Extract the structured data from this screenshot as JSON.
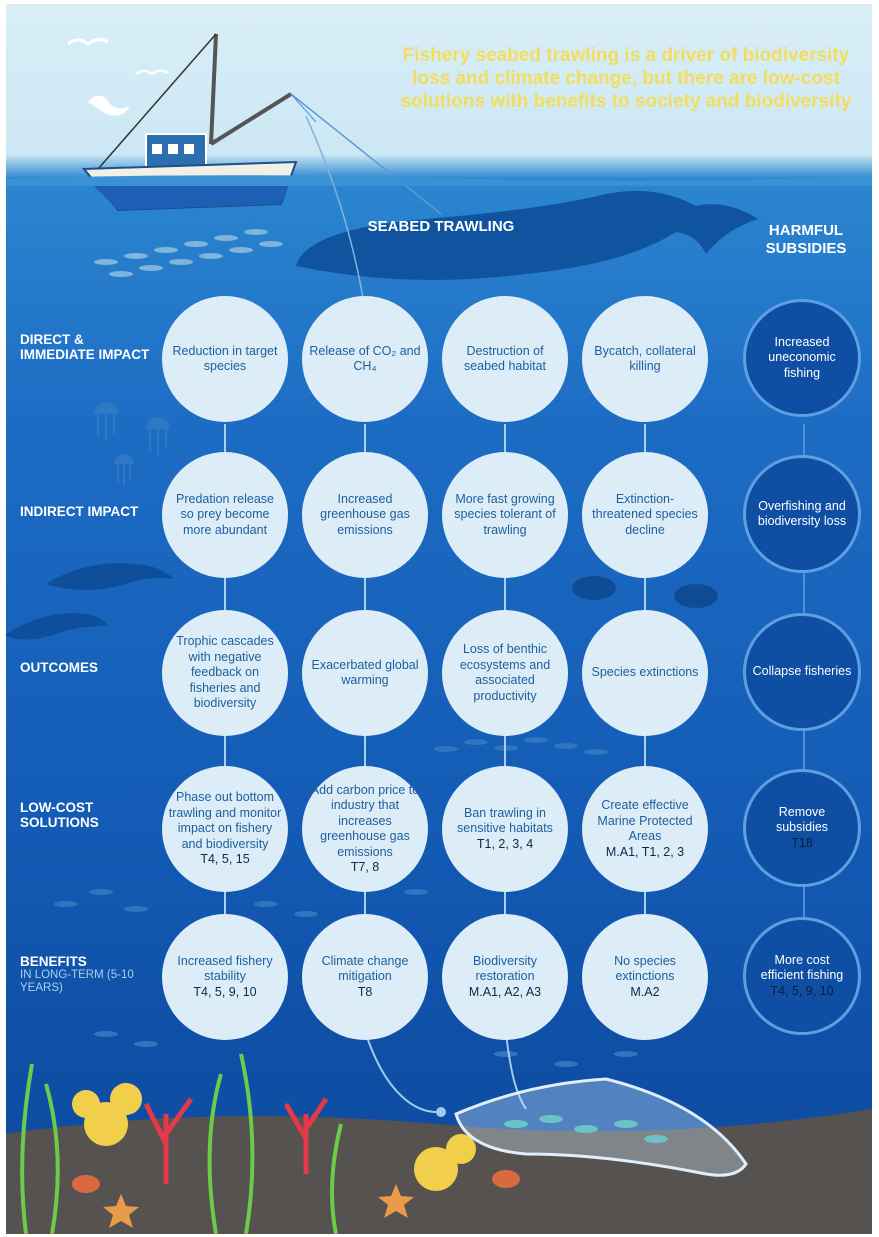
{
  "title": "Fishery seabed trawling is a driver of biodiversity loss and climate change, but there are low-cost solutions with benefits to society and biodiversity",
  "headers": {
    "seabed_trawling": "SEABED TRAWLING",
    "harmful_subsidies": "HARMFUL SUBSIDIES"
  },
  "colors": {
    "title": "#f2de5c",
    "circle_fill": "#dcedf7",
    "circle_text": "#1d5f9e",
    "subsidy_fill": "#0e4fa4",
    "connector": "#a9d1ef",
    "ocean_dark": "#0d4a9d"
  },
  "rows": [
    {
      "label": "DIRECT & IMMEDIATE IMPACT",
      "sublabel": "",
      "cells": [
        {
          "text": "Reduction in target species",
          "ref": ""
        },
        {
          "text": "Release of CO₂ and CH₄",
          "ref": ""
        },
        {
          "text": "Destruction of seabed habitat",
          "ref": ""
        },
        {
          "text": "Bycatch, collateral killing",
          "ref": ""
        }
      ],
      "subsidy": {
        "text": "Increased uneconomic fishing",
        "ref": ""
      }
    },
    {
      "label": "INDIRECT IMPACT",
      "sublabel": "",
      "cells": [
        {
          "text": "Predation release so prey become more abundant",
          "ref": ""
        },
        {
          "text": "Increased greenhouse gas emissions",
          "ref": ""
        },
        {
          "text": "More fast growing species tolerant of trawling",
          "ref": ""
        },
        {
          "text": "Extinction-threatened species decline",
          "ref": ""
        }
      ],
      "subsidy": {
        "text": "Overfishing and biodiversity loss",
        "ref": ""
      }
    },
    {
      "label": "OUTCOMES",
      "sublabel": "",
      "cells": [
        {
          "text": "Trophic cascades with negative feedback on fisheries and biodiversity",
          "ref": ""
        },
        {
          "text": "Exacerbated global warming",
          "ref": ""
        },
        {
          "text": "Loss of benthic ecosystems and associated productivity",
          "ref": ""
        },
        {
          "text": "Species extinctions",
          "ref": ""
        }
      ],
      "subsidy": {
        "text": "Collapse fisheries",
        "ref": ""
      }
    },
    {
      "label": "LOW-COST SOLUTIONS",
      "sublabel": "",
      "cells": [
        {
          "text": "Phase out bottom trawling and monitor impact on fishery and biodiversity",
          "ref": "T4, 5, 15"
        },
        {
          "text": "Add carbon price to industry that increases greenhouse gas emissions",
          "ref": "T7, 8"
        },
        {
          "text": "Ban trawling in sensitive habitats",
          "ref": "T1, 2, 3, 4"
        },
        {
          "text": "Create effective Marine Protected Areas",
          "ref": "M.A1, T1, 2, 3"
        }
      ],
      "subsidy": {
        "text": "Remove subsidies",
        "ref": "T18"
      }
    },
    {
      "label": "BENEFITS",
      "sublabel": "IN LONG-TERM (5-10 YEARS)",
      "cells": [
        {
          "text": "Increased fishery stability",
          "ref": "T4, 5, 9, 10"
        },
        {
          "text": "Climate change mitigation",
          "ref": "T8"
        },
        {
          "text": "Biodiversity restoration",
          "ref": "M.A1, A2, A3"
        },
        {
          "text": "No species extinctions",
          "ref": "M.A2"
        }
      ],
      "subsidy": {
        "text": "More cost efficient fishing",
        "ref": "T4, 5, 9, 10"
      }
    }
  ]
}
